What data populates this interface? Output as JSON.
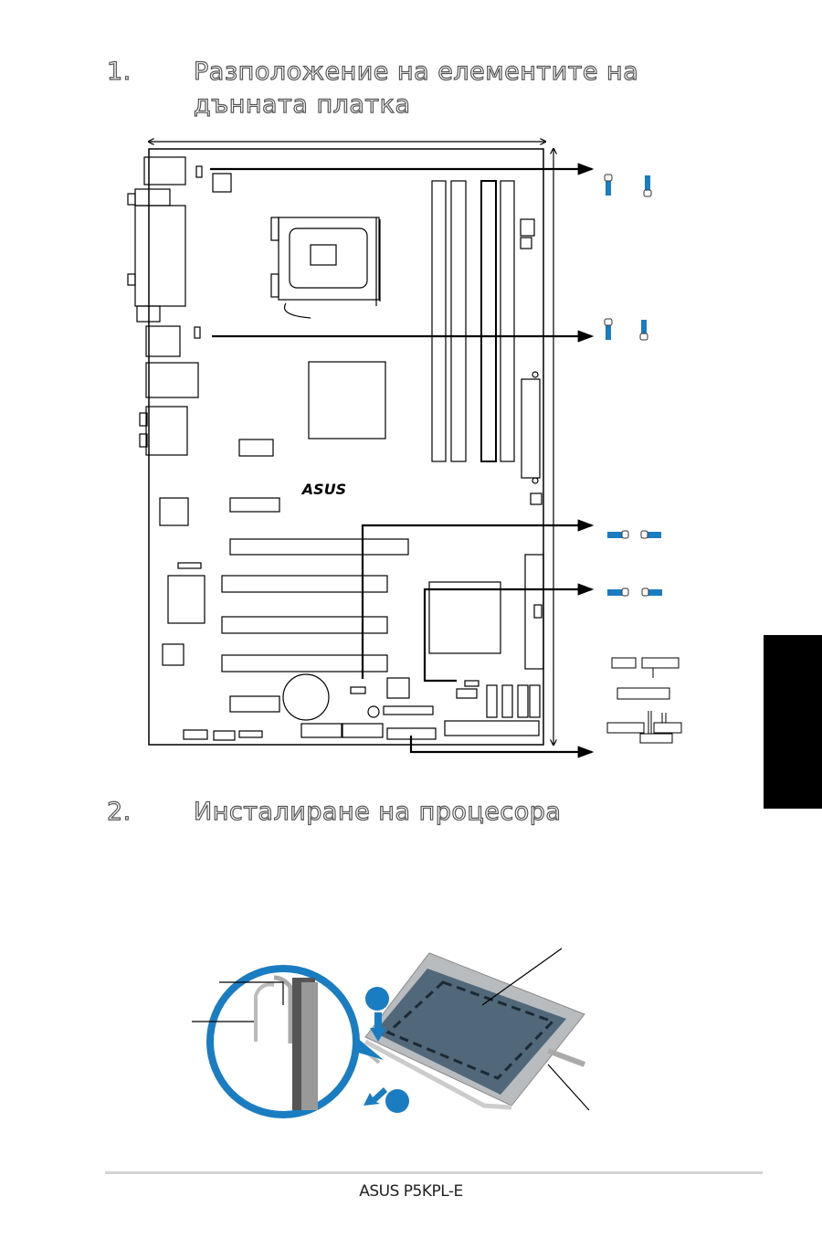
{
  "section1": {
    "number": "1.",
    "title_line1": "Разположение на елементите на",
    "title_line2": "дънната платка"
  },
  "board": {
    "logo": "ASUS"
  },
  "section2": {
    "number": "2.",
    "title": "Инсталиране на процесора"
  },
  "colors": {
    "jumper_blue": "#1a7cc1",
    "socket_gray": "#4a5f70",
    "side_tab": "#000000"
  },
  "footer": {
    "model": "ASUS P5KPL-E"
  }
}
